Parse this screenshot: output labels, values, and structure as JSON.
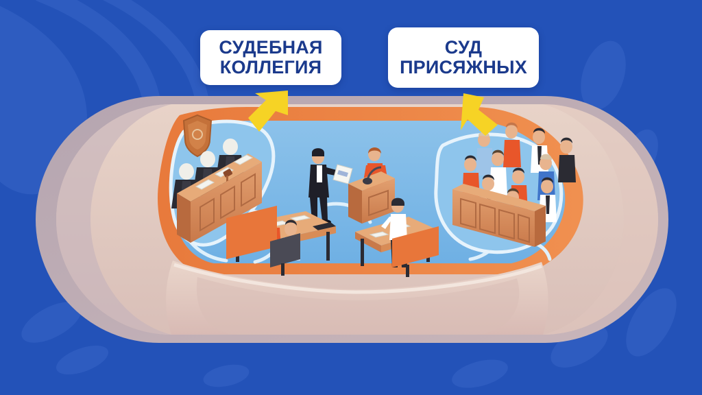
{
  "illustration": {
    "title": "Isometric courtroom cutaway illustration",
    "background_color": "#2352b8",
    "capsule_shell_color": "#e3cdc2",
    "capsule_rim_color": "#b0a2ad",
    "wall_color": "#e8763a",
    "floor_color": "#79b6e8",
    "wood_color": "#d8905a",
    "arrow_color": "#f6d325"
  },
  "labels": {
    "collegium": {
      "line1": "СУДЕБНАЯ",
      "line2": "КОЛЛЕГИЯ",
      "text_color": "#1b3a8c",
      "box_color": "#ffffff"
    },
    "jury": {
      "line1": "СУД",
      "line2": "ПРИСЯЖНЫХ",
      "text_color": "#1b3a8c",
      "box_color": "#ffffff"
    }
  },
  "arrows": {
    "left": {
      "name": "arrow-down-left",
      "color": "#f6d325",
      "points_to": "judges-bench"
    },
    "right": {
      "name": "arrow-down-right",
      "color": "#f6d325",
      "points_to": "jury-box"
    }
  },
  "scene": {
    "judges": {
      "count": 3,
      "robe_color": "#2b2b33",
      "wig_color": "#f2f2f2"
    },
    "emblem": {
      "name": "shield-emblem",
      "color": "#c4713a"
    },
    "gavel": {
      "color": "#8b4a2b"
    },
    "jury_members": {
      "count": 11,
      "shirt_colors": [
        "#e8562a",
        "#ffffff",
        "#9ec4e8",
        "#2b2b33",
        "#3f74c9",
        "#e8562a",
        "#ffffff",
        "#9ec4e8",
        "#ffffff",
        "#3f74c9",
        "#2b2b33"
      ]
    },
    "lawyer": {
      "suit_color": "#1f1f28",
      "holds": "document"
    },
    "witness": {
      "shirt_color": "#e8562a",
      "at": "podium-with-microphone"
    },
    "podium": {
      "color": "#d8905a"
    },
    "counsel_table_left": {
      "seated_count": 2,
      "items": [
        "documents",
        "briefcase"
      ]
    },
    "counsel_table_right": {
      "standing_count": 1
    }
  }
}
